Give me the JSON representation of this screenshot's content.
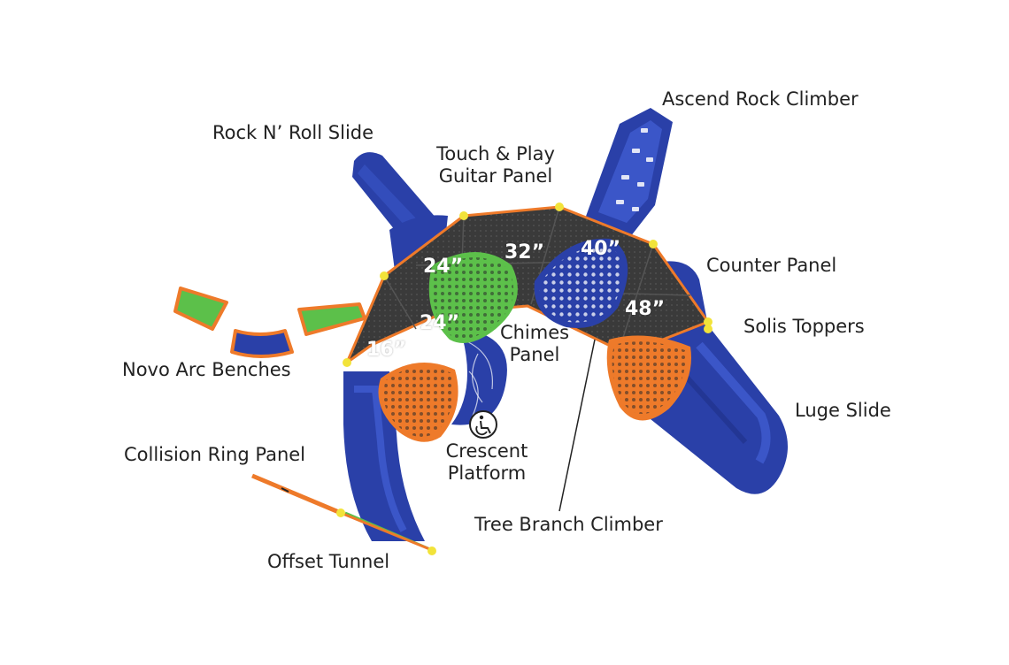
{
  "colors": {
    "blue": "#2a40a8",
    "blue_light": "#3b56c8",
    "orange": "#ee7a2a",
    "green": "#5cc04a",
    "deck": "#3a3a3a",
    "deck_edge": "#ee7a2a",
    "bolt": "#f2e33a",
    "label": "#222222"
  },
  "labels": {
    "ascend": "Ascend Rock Climber",
    "rocknroll": "Rock N’ Roll Slide",
    "guitar_line1": "Touch & Play",
    "guitar_line2": "Guitar Panel",
    "counter": "Counter Panel",
    "solis": "Solis Toppers",
    "novo": "Novo Arc Benches",
    "chimes_line1": "Chimes",
    "chimes_line2": "Panel",
    "luge": "Luge Slide",
    "collision": "Collision Ring Panel",
    "crescent_line1": "Crescent",
    "crescent_line2": "Platform",
    "tree": "Tree Branch Climber",
    "offset": "Offset Tunnel"
  },
  "deck_heights": {
    "d24a": "24”",
    "d24b": "24”",
    "d32": "32”",
    "d40": "40”",
    "d48": "48”",
    "d16": "16”"
  },
  "icons": {
    "accessibility": "wheelchair-accessible-icon"
  }
}
